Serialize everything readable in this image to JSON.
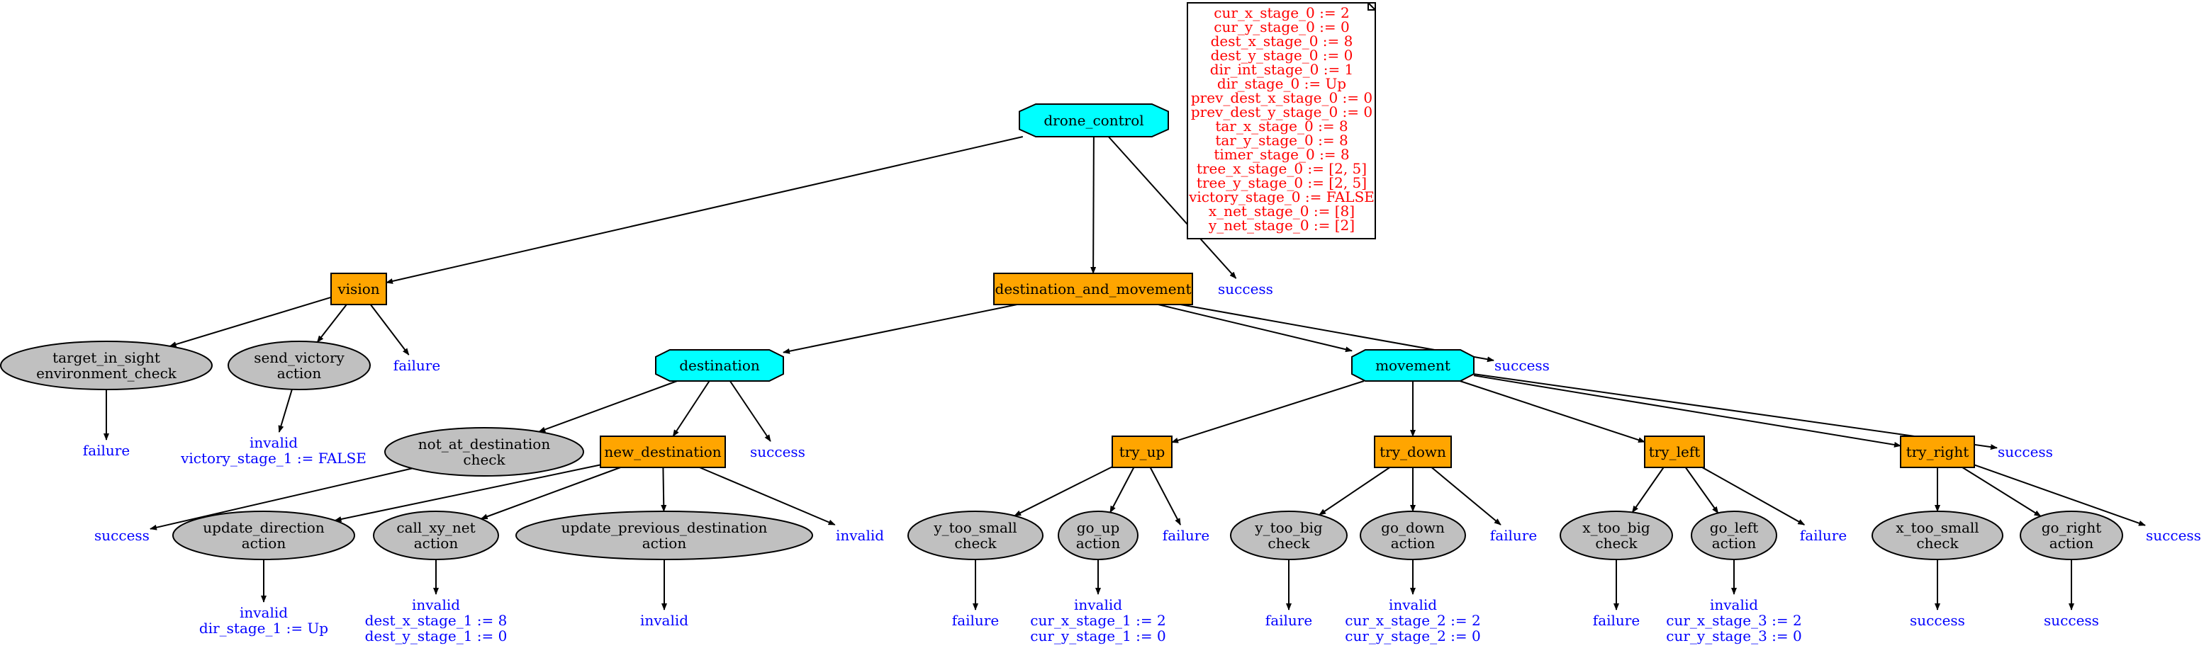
{
  "colors": {
    "selector": "#00ffff",
    "sequence": "#ffa500",
    "leaf": "#c0c0c0",
    "outcome_text": "#0000ff",
    "state_text": "#ff0000",
    "edge": "#000000"
  },
  "state_note": [
    "cur_x_stage_0 := 2",
    "cur_y_stage_0 := 0",
    "dest_x_stage_0 := 8",
    "dest_y_stage_0 := 0",
    "dir_int_stage_0 := 1",
    "dir_stage_0 := Up",
    "prev_dest_x_stage_0 := 0",
    "prev_dest_y_stage_0 := 0",
    "tar_x_stage_0 := 8",
    "tar_y_stage_0 := 8",
    "timer_stage_0 := 8",
    "tree_x_stage_0 := [2, 5]",
    "tree_y_stage_0 := [2, 5]",
    "victory_stage_0 := FALSE",
    "x_net_stage_0 := [8]",
    "y_net_stage_0 := [2]"
  ],
  "nodes": [
    {
      "id": "drone_control",
      "kind": "selector",
      "lines": [
        "drone_control"
      ]
    },
    {
      "id": "vision",
      "kind": "sequence",
      "lines": [
        "vision"
      ]
    },
    {
      "id": "destination_and_movement",
      "kind": "sequence",
      "lines": [
        "destination_and_movement"
      ]
    },
    {
      "id": "success_root",
      "kind": "outcome",
      "lines": [
        "success"
      ]
    },
    {
      "id": "target_in_sight",
      "kind": "leaf",
      "lines": [
        "target_in_sight",
        "environment_check"
      ]
    },
    {
      "id": "send_victory",
      "kind": "leaf",
      "lines": [
        "send_victory",
        "action"
      ]
    },
    {
      "id": "failure_vision",
      "kind": "outcome",
      "lines": [
        "failure"
      ]
    },
    {
      "id": "failure_target",
      "kind": "outcome",
      "lines": [
        "failure"
      ]
    },
    {
      "id": "invalid_victory",
      "kind": "outcome",
      "lines": [
        "invalid",
        "victory_stage_1 := FALSE"
      ]
    },
    {
      "id": "destination",
      "kind": "selector",
      "lines": [
        "destination"
      ]
    },
    {
      "id": "movement",
      "kind": "selector",
      "lines": [
        "movement"
      ]
    },
    {
      "id": "success_dam",
      "kind": "outcome",
      "lines": [
        "success"
      ]
    },
    {
      "id": "not_at_destination",
      "kind": "leaf",
      "lines": [
        "not_at_destination",
        "check"
      ]
    },
    {
      "id": "new_destination",
      "kind": "sequence",
      "lines": [
        "new_destination"
      ]
    },
    {
      "id": "success_destination",
      "kind": "outcome",
      "lines": [
        "success"
      ]
    },
    {
      "id": "success_nad",
      "kind": "outcome",
      "lines": [
        "success"
      ]
    },
    {
      "id": "update_direction",
      "kind": "leaf",
      "lines": [
        "update_direction",
        "action"
      ]
    },
    {
      "id": "call_xy_net",
      "kind": "leaf",
      "lines": [
        "call_xy_net",
        "action"
      ]
    },
    {
      "id": "update_previous_destination",
      "kind": "leaf",
      "lines": [
        "update_previous_destination",
        "action"
      ]
    },
    {
      "id": "invalid_nd",
      "kind": "outcome",
      "lines": [
        "invalid"
      ]
    },
    {
      "id": "invalid_dir",
      "kind": "outcome",
      "lines": [
        "invalid",
        "dir_stage_1 := Up"
      ]
    },
    {
      "id": "invalid_net",
      "kind": "outcome",
      "lines": [
        "invalid",
        "dest_x_stage_1 := 8",
        "dest_y_stage_1 := 0"
      ]
    },
    {
      "id": "invalid_prev",
      "kind": "outcome",
      "lines": [
        "invalid"
      ]
    },
    {
      "id": "try_up",
      "kind": "sequence",
      "lines": [
        "try_up"
      ]
    },
    {
      "id": "try_down",
      "kind": "sequence",
      "lines": [
        "try_down"
      ]
    },
    {
      "id": "try_left",
      "kind": "sequence",
      "lines": [
        "try_left"
      ]
    },
    {
      "id": "try_right",
      "kind": "sequence",
      "lines": [
        "try_right"
      ]
    },
    {
      "id": "success_movement",
      "kind": "outcome",
      "lines": [
        "success"
      ]
    },
    {
      "id": "y_too_small",
      "kind": "leaf",
      "lines": [
        "y_too_small",
        "check"
      ]
    },
    {
      "id": "go_up",
      "kind": "leaf",
      "lines": [
        "go_up",
        "action"
      ]
    },
    {
      "id": "failure_up",
      "kind": "outcome",
      "lines": [
        "failure"
      ]
    },
    {
      "id": "failure_ysmall",
      "kind": "outcome",
      "lines": [
        "failure"
      ]
    },
    {
      "id": "invalid_up",
      "kind": "outcome",
      "lines": [
        "invalid",
        "cur_x_stage_1 := 2",
        "cur_y_stage_1 := 0"
      ]
    },
    {
      "id": "y_too_big",
      "kind": "leaf",
      "lines": [
        "y_too_big",
        "check"
      ]
    },
    {
      "id": "go_down",
      "kind": "leaf",
      "lines": [
        "go_down",
        "action"
      ]
    },
    {
      "id": "failure_down",
      "kind": "outcome",
      "lines": [
        "failure"
      ]
    },
    {
      "id": "failure_ybig",
      "kind": "outcome",
      "lines": [
        "failure"
      ]
    },
    {
      "id": "invalid_down",
      "kind": "outcome",
      "lines": [
        "invalid",
        "cur_x_stage_2 := 2",
        "cur_y_stage_2 := 0"
      ]
    },
    {
      "id": "x_too_big",
      "kind": "leaf",
      "lines": [
        "x_too_big",
        "check"
      ]
    },
    {
      "id": "go_left",
      "kind": "leaf",
      "lines": [
        "go_left",
        "action"
      ]
    },
    {
      "id": "failure_left",
      "kind": "outcome",
      "lines": [
        "failure"
      ]
    },
    {
      "id": "failure_xbig",
      "kind": "outcome",
      "lines": [
        "failure"
      ]
    },
    {
      "id": "invalid_left",
      "kind": "outcome",
      "lines": [
        "invalid",
        "cur_x_stage_3 := 2",
        "cur_y_stage_3 := 0"
      ]
    },
    {
      "id": "x_too_small",
      "kind": "leaf",
      "lines": [
        "x_too_small",
        "check"
      ]
    },
    {
      "id": "go_right",
      "kind": "leaf",
      "lines": [
        "go_right",
        "action"
      ]
    },
    {
      "id": "success_right",
      "kind": "outcome",
      "lines": [
        "success"
      ]
    },
    {
      "id": "success_xsmall",
      "kind": "outcome",
      "lines": [
        "success"
      ]
    },
    {
      "id": "success_goright",
      "kind": "outcome",
      "lines": [
        "success"
      ]
    }
  ],
  "edges": [
    [
      "drone_control",
      "vision"
    ],
    [
      "drone_control",
      "destination_and_movement"
    ],
    [
      "drone_control",
      "success_root"
    ],
    [
      "vision",
      "target_in_sight"
    ],
    [
      "vision",
      "send_victory"
    ],
    [
      "vision",
      "failure_vision"
    ],
    [
      "target_in_sight",
      "failure_target"
    ],
    [
      "send_victory",
      "invalid_victory"
    ],
    [
      "destination_and_movement",
      "destination"
    ],
    [
      "destination_and_movement",
      "movement"
    ],
    [
      "destination_and_movement",
      "success_dam"
    ],
    [
      "destination",
      "not_at_destination"
    ],
    [
      "destination",
      "new_destination"
    ],
    [
      "destination",
      "success_destination"
    ],
    [
      "not_at_destination",
      "success_nad"
    ],
    [
      "new_destination",
      "update_direction"
    ],
    [
      "new_destination",
      "call_xy_net"
    ],
    [
      "new_destination",
      "update_previous_destination"
    ],
    [
      "new_destination",
      "invalid_nd"
    ],
    [
      "update_direction",
      "invalid_dir"
    ],
    [
      "call_xy_net",
      "invalid_net"
    ],
    [
      "update_previous_destination",
      "invalid_prev"
    ],
    [
      "movement",
      "try_up"
    ],
    [
      "movement",
      "try_down"
    ],
    [
      "movement",
      "try_left"
    ],
    [
      "movement",
      "try_right"
    ],
    [
      "movement",
      "success_movement"
    ],
    [
      "try_up",
      "y_too_small"
    ],
    [
      "try_up",
      "go_up"
    ],
    [
      "try_up",
      "failure_up"
    ],
    [
      "y_too_small",
      "failure_ysmall"
    ],
    [
      "go_up",
      "invalid_up"
    ],
    [
      "try_down",
      "y_too_big"
    ],
    [
      "try_down",
      "go_down"
    ],
    [
      "try_down",
      "failure_down"
    ],
    [
      "y_too_big",
      "failure_ybig"
    ],
    [
      "go_down",
      "invalid_down"
    ],
    [
      "try_left",
      "x_too_big"
    ],
    [
      "try_left",
      "go_left"
    ],
    [
      "try_left",
      "failure_left"
    ],
    [
      "x_too_big",
      "failure_xbig"
    ],
    [
      "go_left",
      "invalid_left"
    ],
    [
      "try_right",
      "x_too_small"
    ],
    [
      "try_right",
      "go_right"
    ],
    [
      "try_right",
      "success_right"
    ],
    [
      "x_too_small",
      "success_xsmall"
    ],
    [
      "go_right",
      "success_goright"
    ]
  ]
}
